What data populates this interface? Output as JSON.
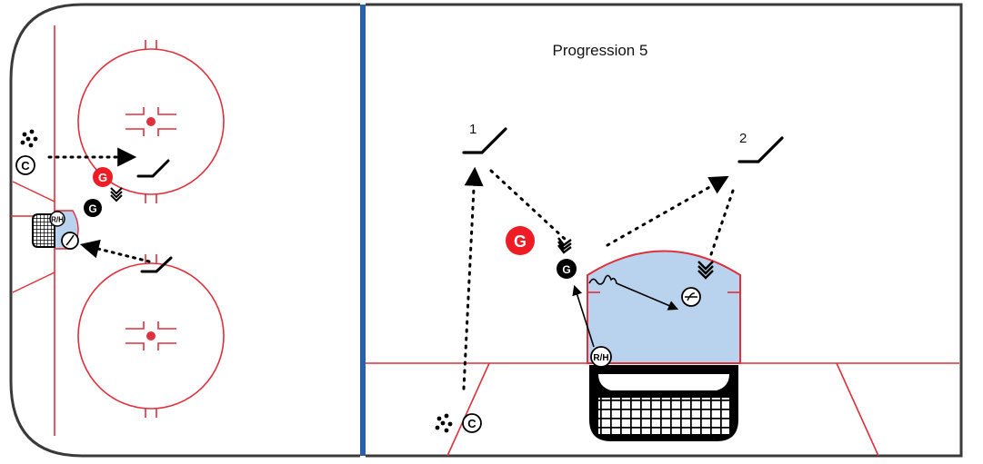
{
  "diagram": {
    "title": "Progression 5",
    "player_labels": [
      "1",
      "2"
    ],
    "goalie_letter": "G",
    "coach_letter": "C",
    "rh_letters": "R/H",
    "colors": {
      "board": "#3a3a3a",
      "red_line": "#e0303c",
      "blue_line": "#2b5fa8",
      "crease_fill": "#b9d3ef",
      "goalie_red": "#ee1c25",
      "ink": "#000000"
    },
    "icons": [
      "hockey-stick-icon",
      "puck-pile-icon",
      "coach-icon",
      "goalie-icon",
      "rh-player-icon",
      "net-icon",
      "shooter-icon"
    ]
  }
}
